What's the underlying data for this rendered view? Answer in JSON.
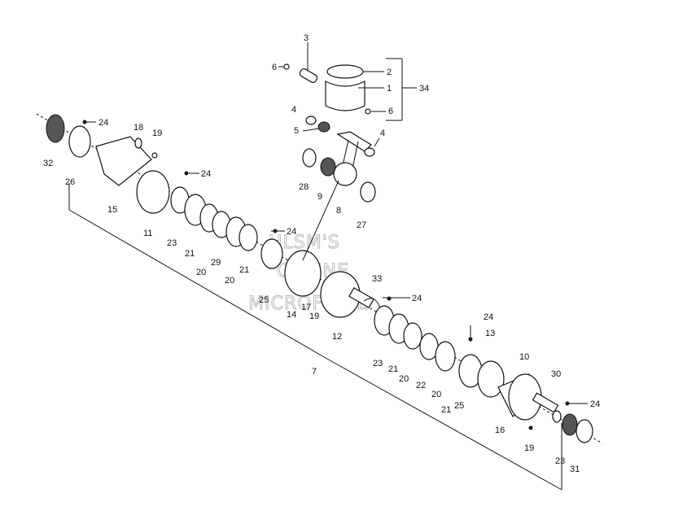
{
  "diagram": {
    "callouts": [
      {
        "id": "c1",
        "text": "1"
      },
      {
        "id": "c2",
        "text": "2"
      },
      {
        "id": "c3",
        "text": "3"
      },
      {
        "id": "c34",
        "text": "34"
      },
      {
        "id": "c6a",
        "text": "6"
      },
      {
        "id": "c6b",
        "text": "6"
      },
      {
        "id": "c4a",
        "text": "4"
      },
      {
        "id": "c4b",
        "text": "4"
      },
      {
        "id": "c5",
        "text": "5"
      },
      {
        "id": "c28",
        "text": "28"
      },
      {
        "id": "c9",
        "text": "9"
      },
      {
        "id": "c8",
        "text": "8"
      },
      {
        "id": "c27",
        "text": "27"
      },
      {
        "id": "c24a",
        "text": "24"
      },
      {
        "id": "c24b",
        "text": "24"
      },
      {
        "id": "c24c",
        "text": "24"
      },
      {
        "id": "c24d",
        "text": "24"
      },
      {
        "id": "c24e",
        "text": "24"
      },
      {
        "id": "c24f",
        "text": "24"
      },
      {
        "id": "c18",
        "text": "18"
      },
      {
        "id": "c19a",
        "text": "19"
      },
      {
        "id": "c19b",
        "text": "19"
      },
      {
        "id": "c19c",
        "text": "19"
      },
      {
        "id": "c32",
        "text": "32"
      },
      {
        "id": "c26",
        "text": "26"
      },
      {
        "id": "c15",
        "text": "15"
      },
      {
        "id": "c11",
        "text": "11"
      },
      {
        "id": "c23a",
        "text": "23"
      },
      {
        "id": "c23b",
        "text": "23"
      },
      {
        "id": "c23c",
        "text": "23"
      },
      {
        "id": "c21a",
        "text": "21"
      },
      {
        "id": "c21b",
        "text": "21"
      },
      {
        "id": "c21c",
        "text": "21"
      },
      {
        "id": "c21d",
        "text": "21"
      },
      {
        "id": "c20a",
        "text": "20"
      },
      {
        "id": "c20b",
        "text": "20"
      },
      {
        "id": "c20c",
        "text": "20"
      },
      {
        "id": "c20d",
        "text": "20"
      },
      {
        "id": "c29",
        "text": "29"
      },
      {
        "id": "c25a",
        "text": "25"
      },
      {
        "id": "c25b",
        "text": "25"
      },
      {
        "id": "c17",
        "text": "17"
      },
      {
        "id": "c14",
        "text": "14"
      },
      {
        "id": "c33",
        "text": "33"
      },
      {
        "id": "c12",
        "text": "12"
      },
      {
        "id": "c22",
        "text": "22"
      },
      {
        "id": "c13",
        "text": "13"
      },
      {
        "id": "c10",
        "text": "10"
      },
      {
        "id": "c30",
        "text": "30"
      },
      {
        "id": "c16",
        "text": "16"
      },
      {
        "id": "c31",
        "text": "31"
      },
      {
        "id": "c7",
        "text": "7"
      }
    ],
    "watermark": [
      "HLSM'S",
      "ONLINE",
      "MICROFICHE"
    ]
  }
}
